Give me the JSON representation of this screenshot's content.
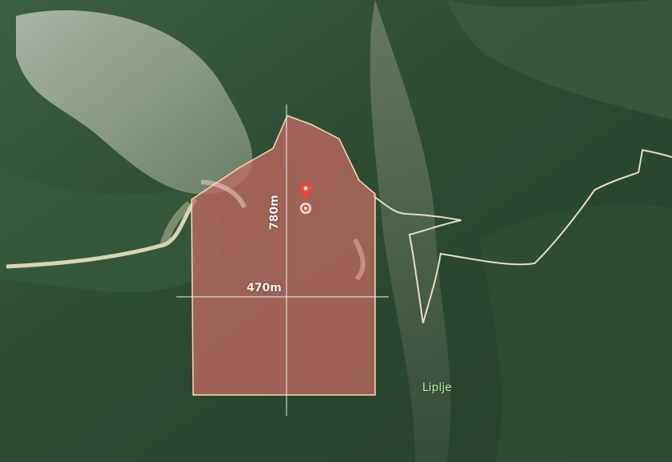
{
  "map": {
    "measurements": {
      "width_label": "470m",
      "height_label": "780m"
    },
    "place_label": "Liplje",
    "colors": {
      "area_fill": "#c86a62",
      "area_outline": "#f2dfb0",
      "road": "#e7dec0",
      "pin": "#e8473a",
      "terrain_green": "#2f4a33",
      "terrain_light": "#8ea28c"
    },
    "icons": {
      "marker": "location-pin-icon",
      "target": "target-icon"
    }
  }
}
